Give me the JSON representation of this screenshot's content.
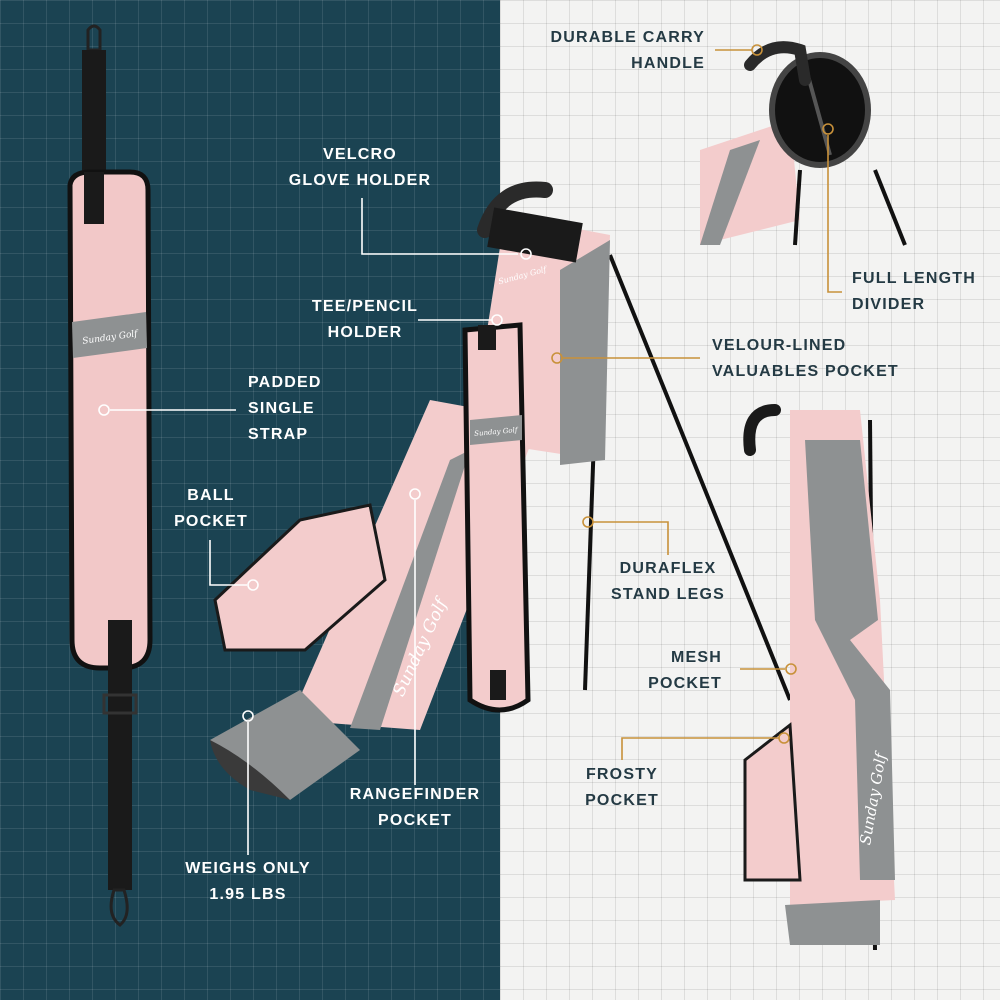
{
  "brand": "Sunday Golf",
  "colors": {
    "left_bg": "#1b4352",
    "right_bg": "#f3f3f2",
    "bag_pink": "#f3cccc",
    "bag_gray": "#8e9192",
    "callout_orange": "#c8913a",
    "callout_white": "#ffffff"
  },
  "callouts": {
    "durable_carry_handle": [
      "DURABLE CARRY",
      "HANDLE"
    ],
    "velcro_glove_holder": [
      "VELCRO",
      "GLOVE HOLDER"
    ],
    "tee_pencil_holder": [
      "TEE/PENCIL",
      "HOLDER"
    ],
    "full_length_divider": [
      "FULL LENGTH",
      "DIVIDER"
    ],
    "velour_lined_valuables_pocket": [
      "VELOUR-LINED",
      "VALUABLES POCKET"
    ],
    "padded_single_strap": [
      "PADDED",
      "SINGLE",
      "STRAP"
    ],
    "ball_pocket": [
      "BALL",
      "POCKET"
    ],
    "duraflex_stand_legs": [
      "DURAFLEX",
      "STAND LEGS"
    ],
    "mesh_pocket": [
      "MESH",
      "POCKET"
    ],
    "frosty_pocket": [
      "FROSTY",
      "POCKET"
    ],
    "rangefinder_pocket": [
      "RANGEFINDER",
      "POCKET"
    ],
    "weighs_only": [
      "WEIGHS ONLY",
      "1.95 LBS"
    ]
  }
}
